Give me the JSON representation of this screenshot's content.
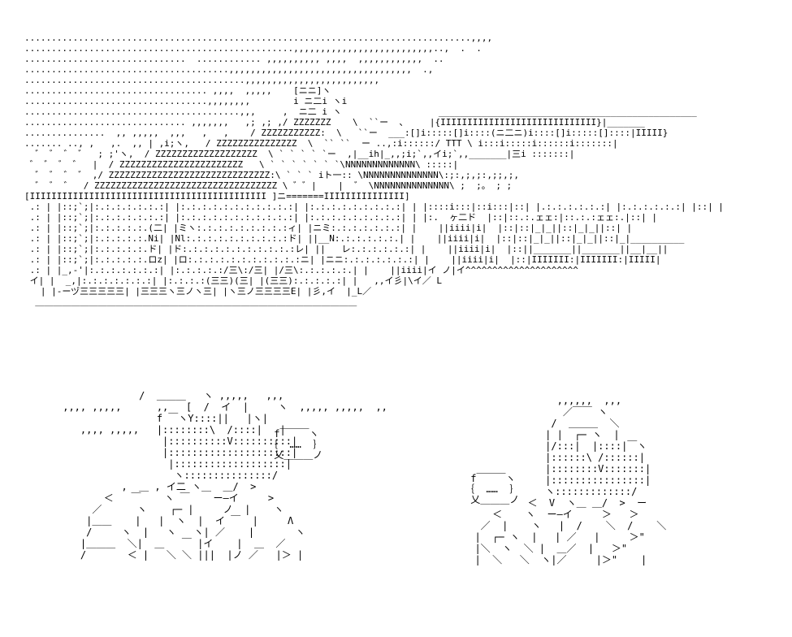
{
  "art": {
    "house_lines": [
      "...................................................................................,,,,",
      "..................................................,,,,,,,,,,,,,,,,,,,,,,,,,,..,  .  .",
      "..............................  ............ ,,,,,,,,,, ,,,,  ,,,,,,,,,,,,  ..",
      "......................................,,,,,,,,,,,,,,,,,,,,,,,,,,,,,,,,,,  .,",
      ".........................................,,,,,,,,,,,,,,,,,,,,,,,,,",
      ".................................. ,,,,  ,,,,,    [ニニ]ヽ",
      "..................................,,,,,,,,        i ニ二i ヽi",
      "........................................,,,     ,  ニ二 i ヽ                  ________________________________________________",
      ".............................. ,,,,,,,   ,; ,; ,/ ZZZZZZZ    \\  ``ー  、    |{IIIIIIIIIIIIIIIIIIIIIIIIIIIII}|_______",
      "...............  ,, ,,,,,  ,,,   ,   ,    / ZZZZZZZZZZZ:  \\   ``ー  ___:[]i:::::[]i::::(ニ二ニ)i::::[]i:::::[]::::|IIIII}",
      "....... .., ,   ,.  ,, | ,i;ヽ,   / ZZZZZZZZZZZZZZZ  \\  `` ``  ー ..,:i::::::/ TTT \\ i:::i:::::i::::::i:::::::|",
      "  ゛ ゛ ゛ ゛  ; ;'ヽ,  / ZZZZZZZZZZZZZZZZZZZ  \\ ` ` ` ` `ー  ,|__ih|_,,;i;`,,イi;`,,_______|三i :::::::|",
      " ゛ ゛ ゛ ゛  |  / ZZZZZZZZZZZZZZZZZZZZZZZ   \\ ` ` ` ` ` ` `\\NNNNNNNNNNNNN\\ :::::|",
      "  ゛ ゛ ゛ ゛ ,/ ZZZZZZZZZZZZZZZZZZZZZZZZZZZZZZ:\\ ` ` ` iト一:: \\NNNNNNNNNNNNNN\\:;:,;,;:,;;,;,",
      "  ゛ ゛ ゛  / ZZZZZZZZZZZZZZZZZZZZZZZZZZZZZZZZZZ \\ ゛゛|    |  ゛ \\NNNNNNNNNNNNNN\\ ;  ;。 ; ;",
      "[IIIIIIIIIIIIIIIIIIIIIIIIIIIIIIIIIIIIIIIIIIII ]ニ=======IIIIIIIIIIIIIII]",
      " .: | |::;`;|:.:.:.:.:.:.:| |:.:.:.:.:.:.:.:.:.:.:| |:.:.:.:.:.:.:.:.:| | |::::i:::|::i:::|::| |.:.:.:.:.:.:| |:.:.:.:.:.:| |::| |",
      " .: | |::;`;|:.:.:.:.:.:.:| |:.:.:.:.:.:.:.:.:.:.:| |:.:.:.:.:.:.:.:.:| | |:.  ヶ二ド  |::|::.:.ェェ:|::.:.:ェェ:.|::| |",
      " .: | |::;`;|:.:.:.:.:.(二| |ミヽ:.:.:.:.:.:.:.:.:ィ| |ニミ:.:.:.:.:.:.:| |    ||iiii|i|  |::|::|_|_||::|_|_||::| |",
      " .: | |::;`;|:.:.:.:.:.Ni| |Nl:.:.:.:.:.:.:.:.:.:ド| ||__N:.:.:.:.:.:.| |    ||iiii|i|  |::|::|_|_||::|_|_||::|_|__________",
      " .: | |::;`;|:.:.:.:.:.ド| |ド:.:.:.:.:.:.:.:.:.:.:レ| ||   レ:.:.:.:.:.:| |    ||iiii|i|  |::||_______||_______||__|__||",
      " .: | |::;`;|:.:.:.:.:.ロz| |ロ:.:.:.:.:.:.:.:.:.:.:ニ| |ニニ:.:.:.:.:.:.:| |    ||iiii|i|  |::|IIIIIII:|IIIIIII:|IIIII|",
      " .: | |_,-'|:.:.:.:.:.:.:| |:.:.:.:.:/三\\:/三| |/三\\:.:.:.:.:.| |    ||iiii|イ ノ|イ^^^^^^^^^^^^^^^^^^^^^",
      " イ| |  _,|:.:.:.:.:.:.:| |:.:.:.:(三三)(三| |(三三):.:.:.:.:| |   ,,イ彡|\\イ／ L",
      "   | |-ーヅ三三三三三| |三三三ヽ三ノヽ三| |ヽ三ノ三三三三E| |彡,イ  |_L／",
      "  ＿＿＿＿＿＿＿＿＿＿＿＿＿＿＿＿＿＿＿＿＿＿＿＿＿＿＿＿＿＿＿＿＿＿＿＿"
    ],
    "left_speech_lines": [
      " f￣￣￣ヽ",
      "｛  ……  ｝",
      " 乂＿＿＿ノ"
    ],
    "right_speech_lines": [
      " f￣￣￣ヽ",
      "｛  ……  ｝",
      " 乂＿＿＿ノ"
    ],
    "left_character_lines": [
      "              /  ＿＿＿   ヽ ,,,,,   ,,,",
      " ,,,, ,,,,,      ,,   [  /  イ  |     ヽ  ,,,,, ,,,,,  ,,",
      "                 f ￣ヽY::::||   |ヽ|",
      "    ,,,, ,,,,,   |::::::::\\  /::::|   |",
      "                  |::::::::::V::::::::::|",
      "                  |:::::::::::::::::::::|",
      "                   |:::::::::::::::::::|",
      "                    ヽ:::::::::::::::/",
      "           ,  ＿ , イ二 ヽ＿  ＿/  >",
      "        ＜   ￣    ヽ ￣    ー―イ     >",
      "      ／      ヽ    ┌─ |     ノ  |    ヽ",
      "     |＿＿    |   |  ヽ  |  イ ￣  |     Λ",
      "     /     ヽ  |   ヽ   ヽ| ／    |       ヽ",
      "    |＿＿＿  ＼|  ＿   ￣ |イ    |  ＿  ／",
      "    /       ＜ |   ＼ ＼ |||  |ノ ／   |＞ |"
    ],
    "right_character_lines": [
      "                ,,,,,,  ,,,",
      "                 ／￣￣ ヽ",
      "               /  ＿＿＿  ＼",
      "              | |  ┌─ ヽ  |",
      "              |/:::|  |::::|￣ヽ",
      "              |::::::\\ /::::::|",
      "              |::::::::V:::::::|",
      "              |::::::::::::::::|",
      "              ヽ:::::::::::::/",
      "           ＜  V  ヽ＿ ＿/  >  ー",
      "     ＜    ヽ  ー―イ     ＞   ＞",
      "   ／  |    ヽ   |  /    ＼  /    ＼",
      "  |  ┌─ ヽ  |   | ／   |     ＞\"",
      "  |＼  ヽ  ＼ |  ＿／  |   ＞\"",
      "  |  ＼   ＼  ヽ|／     |＞\"    |"
    ]
  }
}
